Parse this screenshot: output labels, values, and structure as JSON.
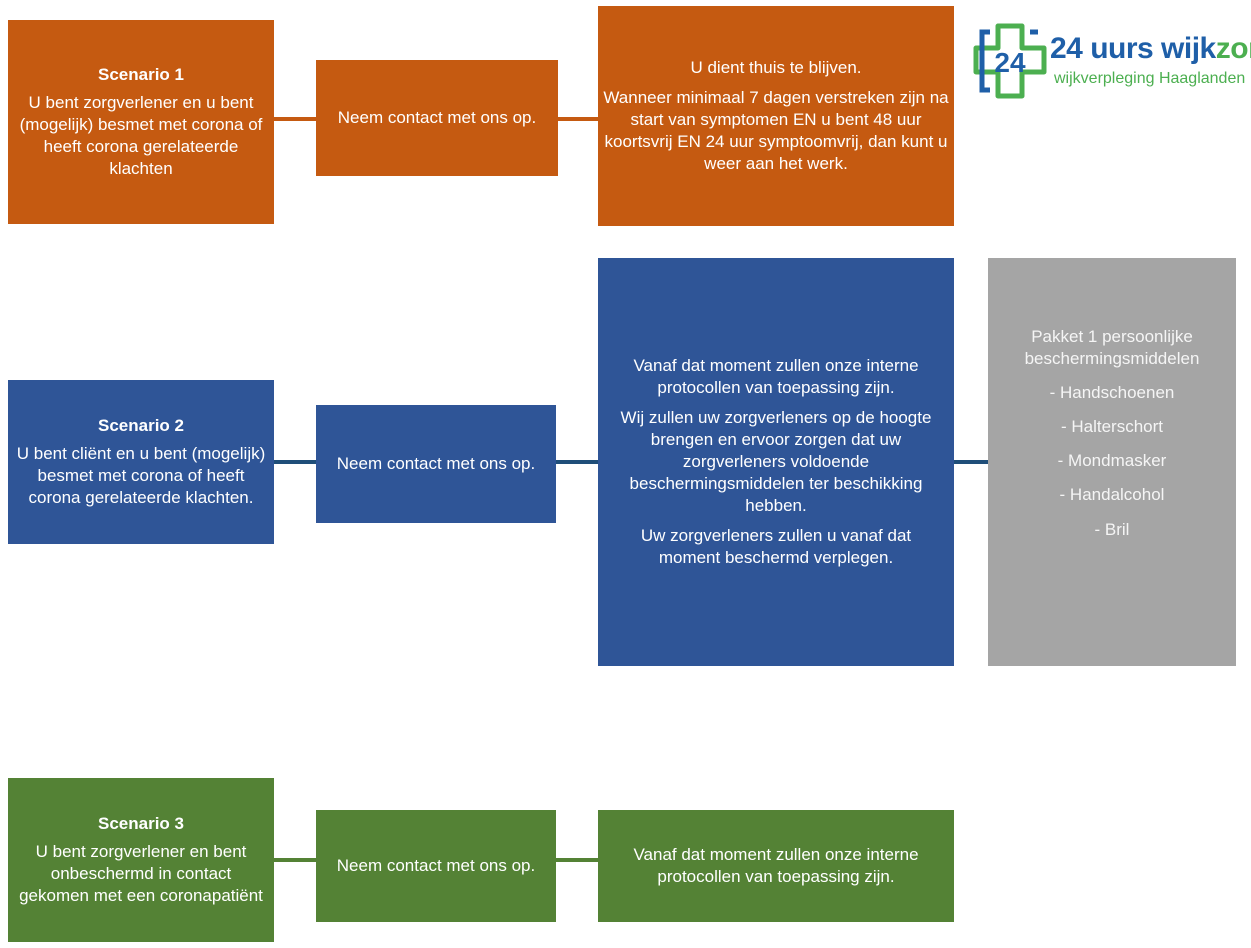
{
  "scenario1": {
    "title": "Scenario 1",
    "text": "U bent zorgverlener en u bent (mogelijk) besmet met corona of heeft corona gerelateerde klachten",
    "action": "Neem contact met ons op.",
    "result_line1": "U dient thuis te blijven.",
    "result_line2": "Wanneer minimaal 7 dagen verstreken zijn na start van symptomen EN u bent 48 uur koortsvrij EN 24 uur symptoomvrij, dan kunt u weer aan het werk."
  },
  "scenario2": {
    "title": "Scenario 2",
    "text": "U bent cliënt en u bent (mogelijk) besmet met corona of heeft corona gerelateerde klachten.",
    "action": "Neem contact met ons op.",
    "result_p1": "Vanaf dat moment zullen onze interne protocollen van toepassing zijn.",
    "result_p2": "Wij zullen uw zorgverleners op de hoogte brengen en ervoor zorgen dat uw zorgverleners voldoende beschermingsmiddelen ter beschikking hebben.",
    "result_p3": "Uw zorgverleners zullen u vanaf dat moment beschermd verplegen.",
    "package": {
      "title": "Pakket 1 persoonlijke beschermingsmiddelen",
      "items": [
        "Handschoenen",
        "Halterschort",
        "Mondmasker",
        "Handalcohol",
        "Bril"
      ]
    }
  },
  "scenario3": {
    "title": "Scenario 3",
    "text": "U bent zorgverlener en bent onbeschermd in contact gekomen met een coronapatiënt",
    "action": "Neem contact met ons op.",
    "result": "Vanaf dat moment zullen onze interne protocollen van toepassing zijn."
  },
  "logo": {
    "mark": "24",
    "name_part1": "24 uurs wijk",
    "name_part2": "zorg",
    "tagline": "wijkverpleging Haaglanden",
    "colors": {
      "blue": "#1f5fa8",
      "green": "#4caf50",
      "gray": "#c7c7c7"
    }
  },
  "colors": {
    "scenario1": "#c55a11",
    "scenario2": "#2f5597",
    "scenario3": "#548235",
    "package": "#a5a5a5"
  }
}
